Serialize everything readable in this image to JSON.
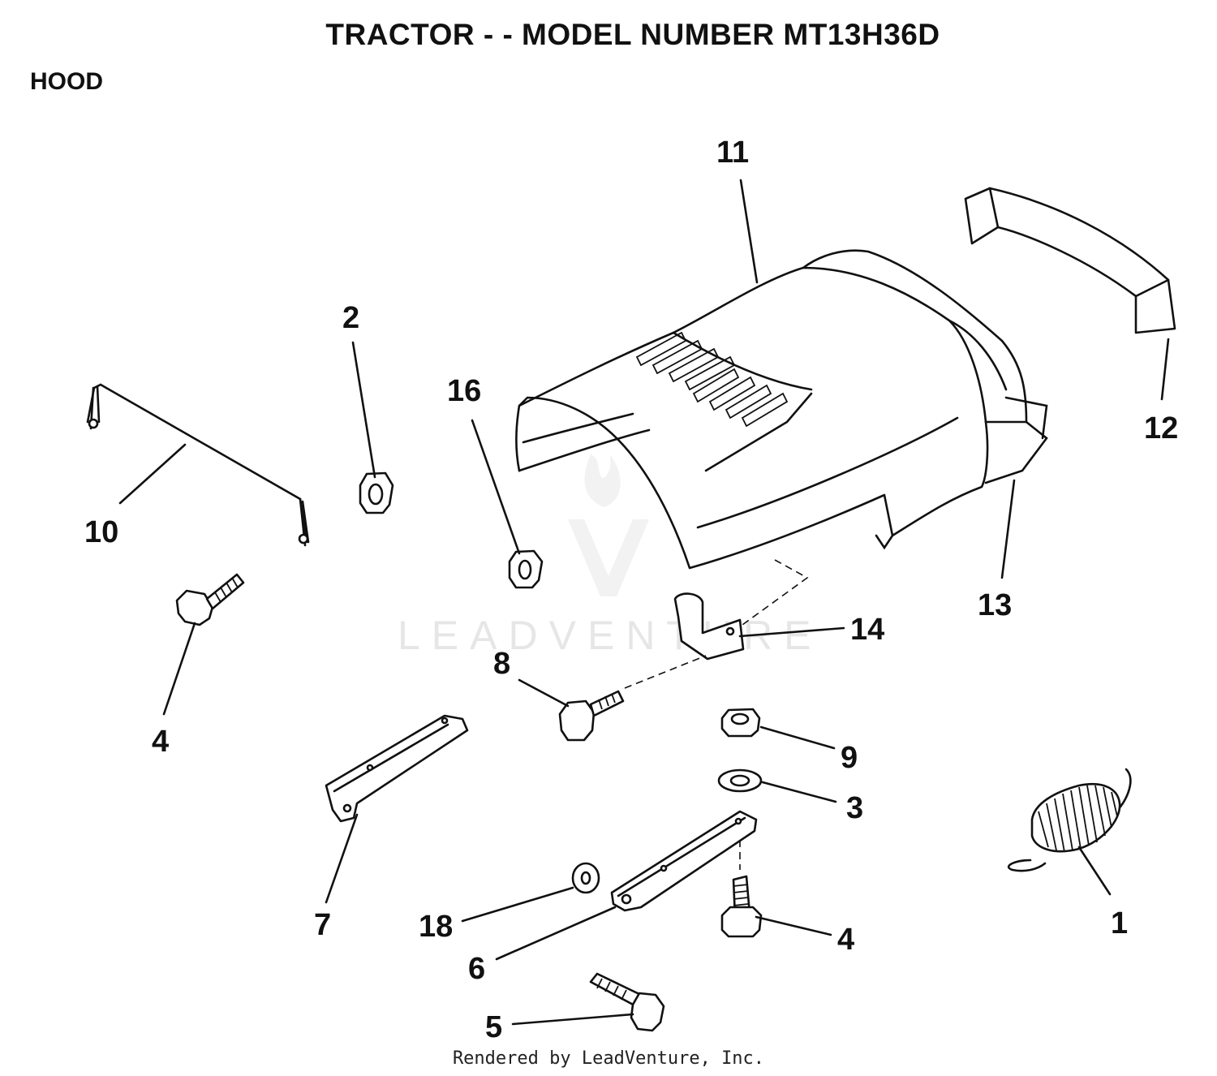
{
  "header": {
    "title": "TRACTOR - - MODEL NUMBER MT13H36D",
    "section": "HOOD"
  },
  "callouts": {
    "c1": "1",
    "c2": "2",
    "c3": "3",
    "c4a": "4",
    "c4b": "4",
    "c5": "5",
    "c6": "6",
    "c7": "7",
    "c8": "8",
    "c9": "9",
    "c10": "10",
    "c11": "11",
    "c12": "12",
    "c13": "13",
    "c14": "14",
    "c16": "16",
    "c18": "18"
  },
  "watermark": "LEADVENTURE",
  "footer": "Rendered by LeadVenture, Inc."
}
